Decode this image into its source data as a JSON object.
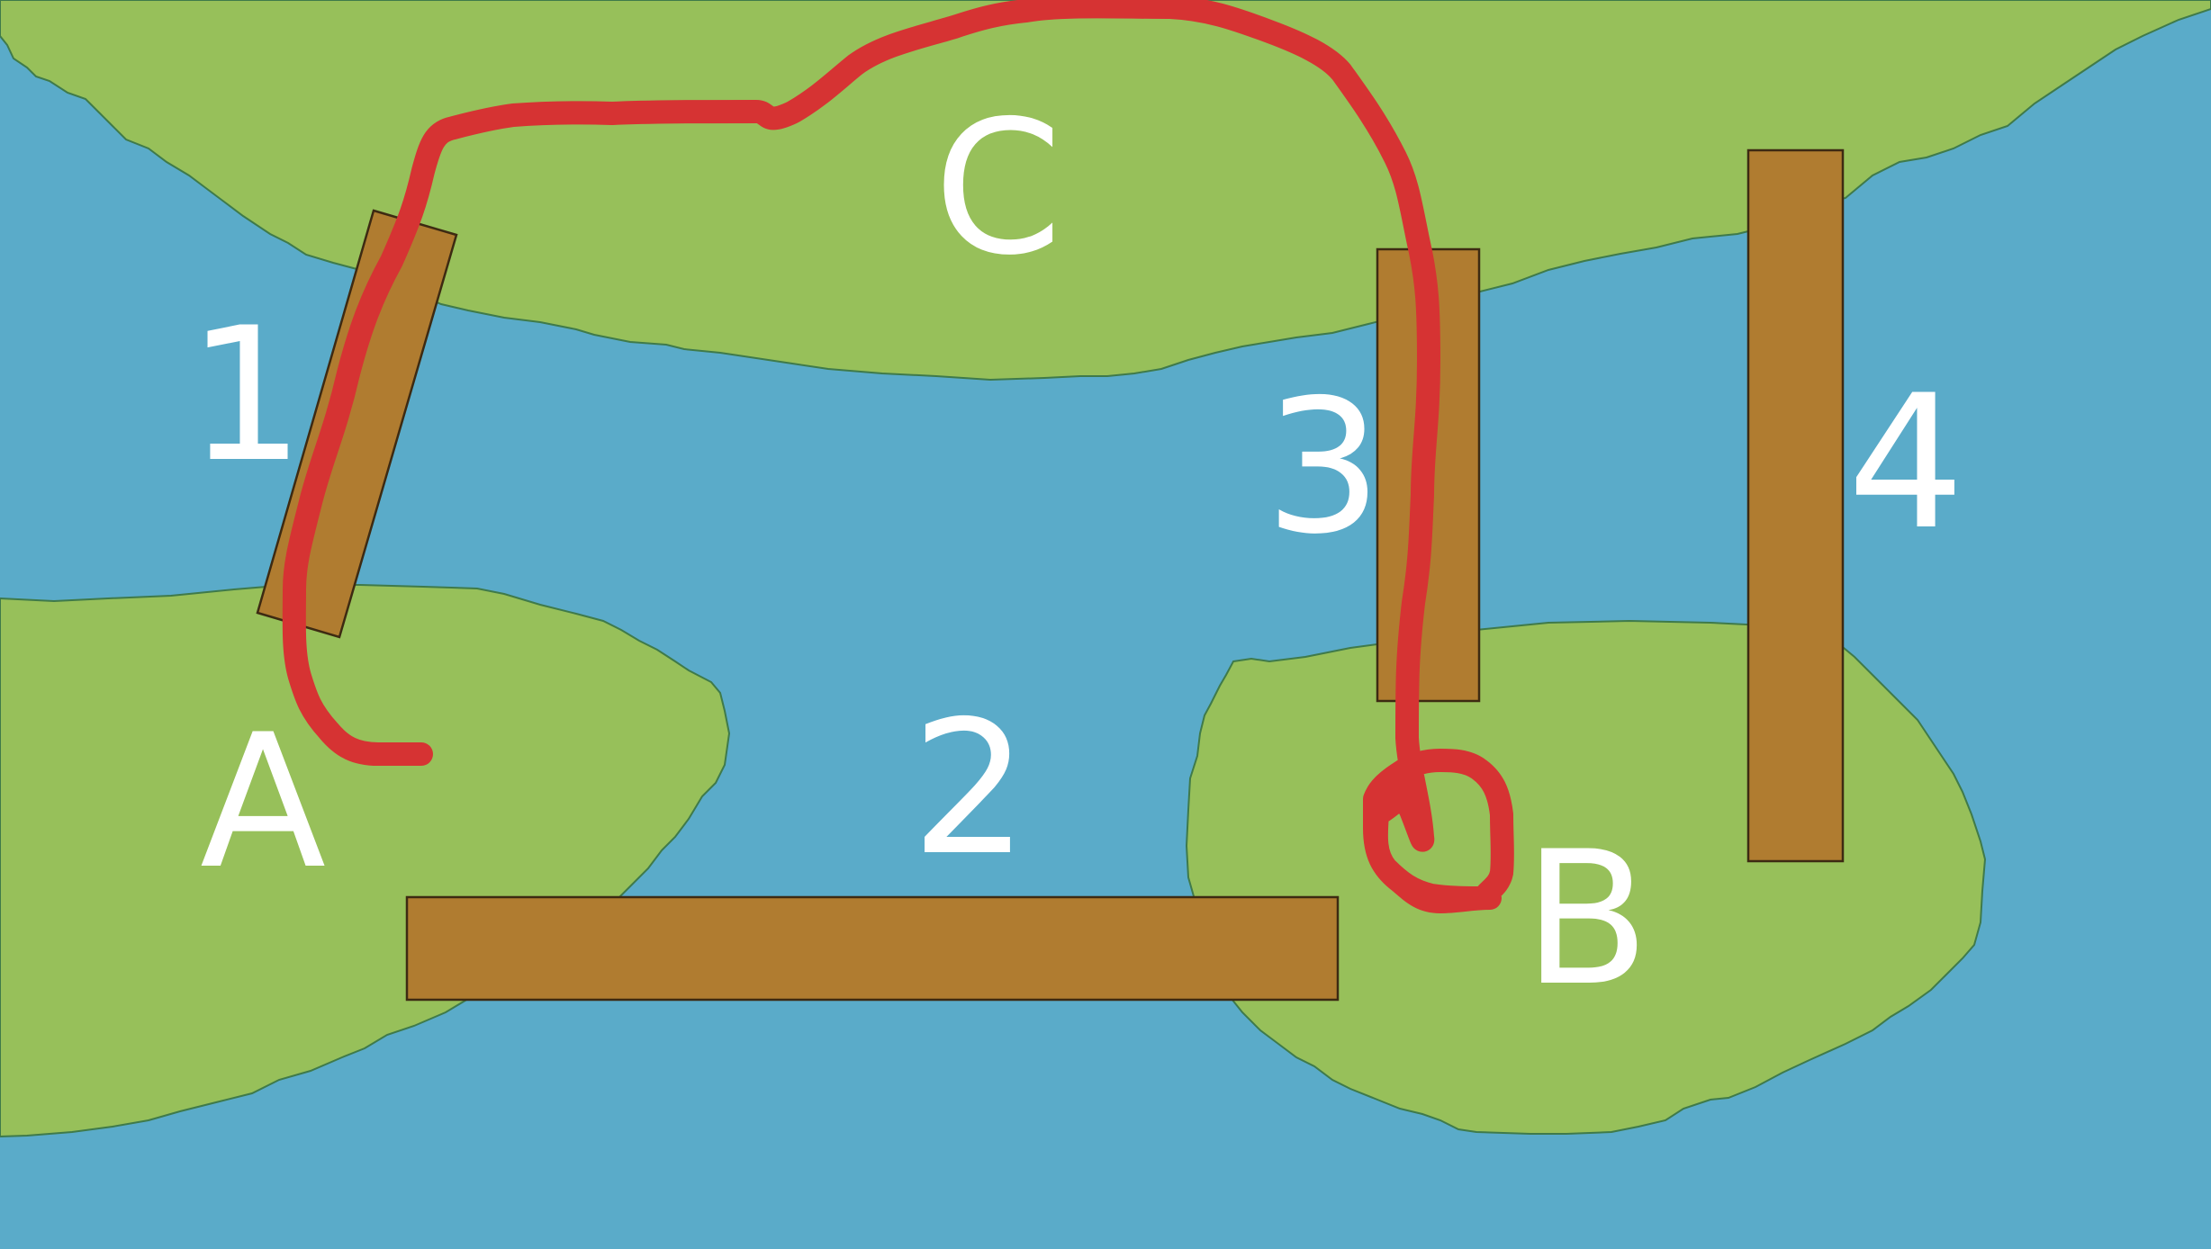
{
  "colors": {
    "water": "#5aabc9",
    "land": "#97c05a",
    "bridge": "#b07c30",
    "path": "#d63333",
    "label": "#ffffff"
  },
  "labels": {
    "region_a": "A",
    "region_b": "B",
    "region_c": "C",
    "bridge_1": "1",
    "bridge_2": "2",
    "bridge_3": "3",
    "bridge_4": "4"
  }
}
